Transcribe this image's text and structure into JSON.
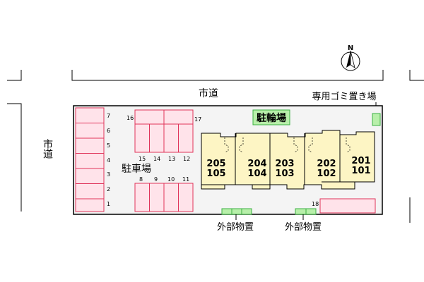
{
  "roads": {
    "top": "市道",
    "left": "市道"
  },
  "north_label": "N",
  "garbage_area_label": "専用ゴミ置き場",
  "bicycle_parking_label": "駐輪場",
  "parking_label": "駐車場",
  "outdoor_storage_labels": [
    "外部物置",
    "外部物置"
  ],
  "left_column_spaces": [
    "7",
    "6",
    "5",
    "4",
    "3",
    "2",
    "1"
  ],
  "upper_block_spaces": {
    "top": [
      "16",
      "17"
    ],
    "bottom": [
      "15",
      "14",
      "13",
      "12"
    ]
  },
  "lower_block_spaces": [
    "8",
    "9",
    "10",
    "11"
  ],
  "single_space": "18",
  "units": [
    {
      "upper": "205",
      "lower": "105"
    },
    {
      "upper": "204",
      "lower": "104"
    },
    {
      "upper": "203",
      "lower": "103"
    },
    {
      "upper": "202",
      "lower": "102"
    },
    {
      "upper": "201",
      "lower": "101"
    }
  ],
  "colors": {
    "parking_fill": "#ffe3ea",
    "parking_stroke": "#e0345a",
    "building_fill": "#fdf5c4",
    "green_fill": "#b8efaa",
    "green_stroke": "#3cb043",
    "site_fill": "#f4f4f4"
  }
}
